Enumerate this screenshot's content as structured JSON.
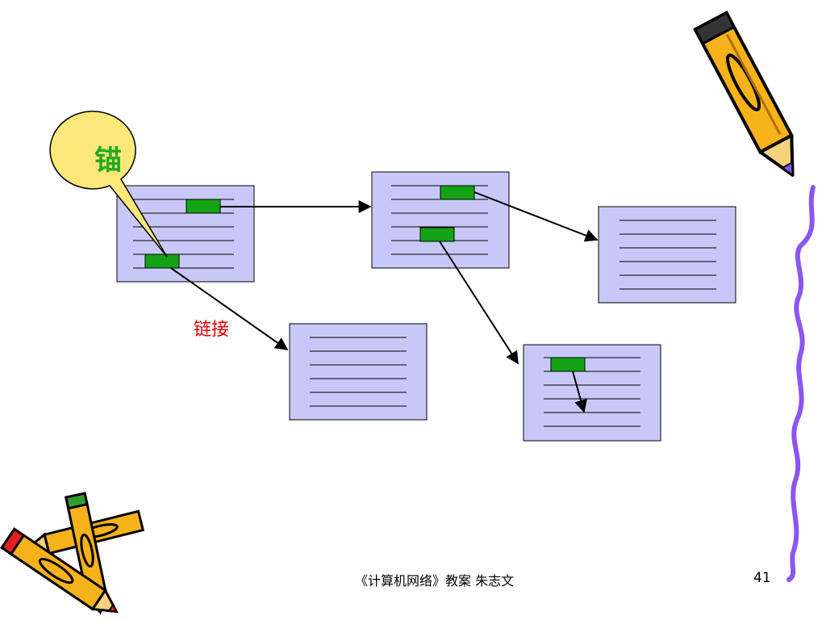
{
  "slide": {
    "anchor_callout": "锚",
    "link_label": "链接",
    "footer_title": "《计算机网络》教案  朱志文",
    "page_number": "41"
  },
  "colors": {
    "page_fill": "#c8c8f8",
    "anchor_fill": "#14a314",
    "callout_fill": "#fbe77a",
    "anchor_text": "#22aa22",
    "link_text": "#e00000",
    "squiggle": "#8a55f0"
  },
  "icons": [
    "pencil-icon",
    "crossed-pencils-icon"
  ]
}
